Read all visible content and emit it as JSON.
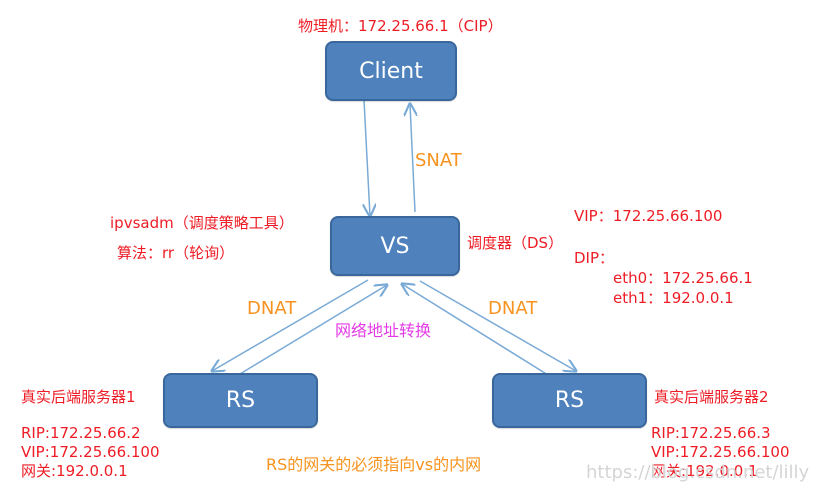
{
  "nodes": {
    "client": "Client",
    "vs": "VS",
    "rs_left": "RS",
    "rs_right": "RS"
  },
  "labels": {
    "client_machine": "物理机：172.25.66.1（CIP）",
    "snat": "SNAT",
    "ipvsadm": "ipvsadm（调度策略工具）",
    "algorithm": "算法：rr（轮询）",
    "scheduler": "调度器（DS）",
    "vip": "VIP：172.25.66.100",
    "dip": "DIP：",
    "eth0": "eth0：172.25.66.1",
    "eth1": "eth1：192.0.0.1",
    "dnat_left": "DNAT",
    "dnat_right": "DNAT",
    "nat_title": "网络地址转换",
    "rs1_title": "真实后端服务器1",
    "rs1_rip": "RIP:172.25.66.2",
    "rs1_vip": "VIP:172.25.66.100",
    "rs1_gw": "网关:192.0.0.1",
    "rs2_title": "真实后端服务器2",
    "rs2_rip": "RIP:172.25.66.3",
    "rs2_vip": "VIP:172.25.66.100",
    "rs2_gw": "网关:192.0.0.1",
    "gateway_note": "RS的网关的必须指向vs的内网",
    "watermark": "https://blog.csdn.net/lilly"
  },
  "colors": {
    "node_fill": "#4f81bd",
    "node_border": "#3a679b",
    "arrow": "#7aaad6",
    "red_text": "#ee1c25",
    "orange_text": "#f7931e",
    "magenta_text": "#e33be6"
  }
}
